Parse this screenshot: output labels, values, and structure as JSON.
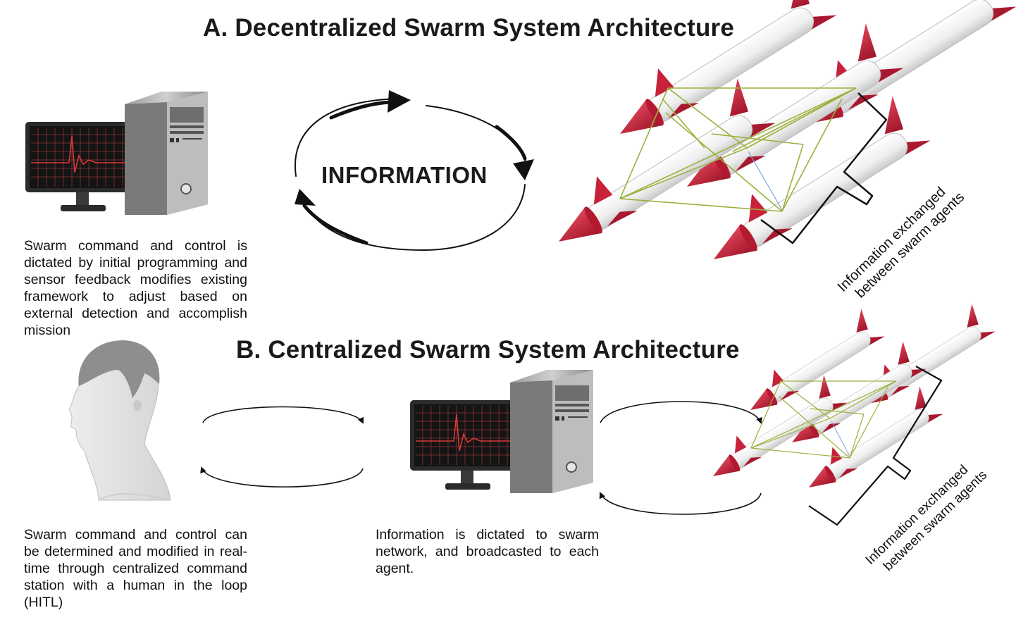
{
  "section_a": {
    "title": "A. Decentralized Swarm System Architecture",
    "loop_label": "INFORMATION",
    "description": "Swarm command and control is dictated by initial programming and sensor feedback modifies existing framework to adjust based on external detection and accomplish mission",
    "bracket_label_line1": "Information exchanged",
    "bracket_label_line2": "between swarm agents"
  },
  "section_b": {
    "title": "B. Centralized Swarm System Architecture",
    "human_description": "Swarm command and control can be determined and modified in real-time through centralized command station with a human in the loop (HITL)",
    "station_description": "Information is dictated to swarm network, and broadcasted to each agent.",
    "bracket_label_line1": "Information exchanged",
    "bracket_label_line2": "between swarm agents"
  },
  "colors": {
    "missile_body": "#f2f2f2",
    "missile_nose": "#c8213a",
    "link_line": "#9ab23c",
    "screen_trace": "#c0392b"
  }
}
